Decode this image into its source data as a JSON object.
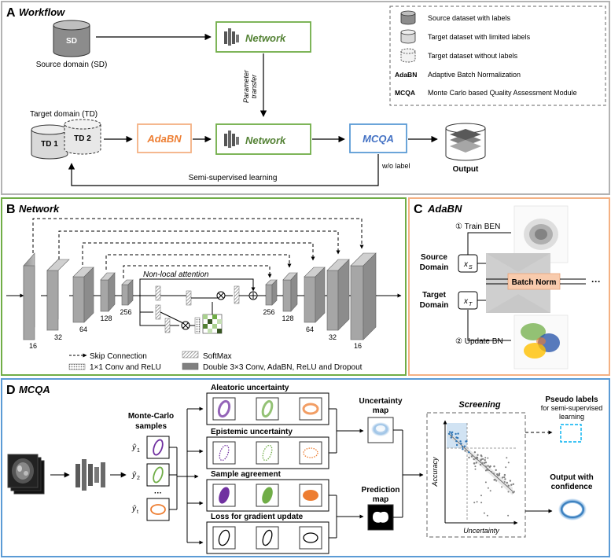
{
  "panel_a": {
    "letter": "A",
    "title": "Workflow",
    "sd": "SD",
    "sd_caption": "Source domain (SD)",
    "td_caption": "Target domain (TD)",
    "td1": "TD 1",
    "td2": "TD 2",
    "network": "Network",
    "param_transfer_1": "Parameter",
    "param_transfer_2": "transfer",
    "adabn": "AdaBN",
    "mcqa": "MCQA",
    "output": "Output",
    "wo_label": "w/o label",
    "semi": "Semi-supervised learning",
    "legend": {
      "source": "Source dataset with labels",
      "target_limited": "Target dataset with limited labels",
      "target_none": "Target dataset without labels",
      "adabn_key": "AdaBN",
      "adabn_desc": "Adaptive Batch Normalization",
      "mcqa_key": "MCQA",
      "mcqa_desc": "Monte Carlo based Quality Assessment Module"
    }
  },
  "panel_b": {
    "letter": "B",
    "title": "Network",
    "nonlocal": "Non-local attention",
    "channels": [
      "16",
      "32",
      "64",
      "128",
      "256",
      "256",
      "128",
      "64",
      "32",
      "16"
    ],
    "legend": {
      "skip": "Skip Connection",
      "softmax": "SoftMax",
      "conv1": "1×1 Conv and ReLU",
      "conv3": "Double 3×3 Conv, AdaBN, ReLU and Dropout"
    }
  },
  "panel_c": {
    "letter": "C",
    "title": "AdaBN",
    "train": "① Train BEN",
    "update": "② Update BN",
    "source_1": "Source",
    "source_2": "Domain",
    "target_1": "Target",
    "target_2": "Domain",
    "xs": "x",
    "xs_sub": "S",
    "xt": "x",
    "xt_sub": "T",
    "batchnorm": "Batch Norm",
    "dots": "···"
  },
  "panel_d": {
    "letter": "D",
    "title": "MCQA",
    "mc_1": "Monte-Carlo",
    "mc_2": "samples",
    "y1": "ŷ",
    "y1_sub": "1",
    "y2": "ŷ",
    "y2_sub": "2",
    "yt": "ŷ",
    "yt_sub": "t",
    "mc_dots": "···",
    "aleatoric": "Aleatoric uncertainty",
    "epistemic": "Epistemic uncertainty",
    "agreement": "Sample agreement",
    "loss": "Loss for gradient update",
    "uncertainty_map_1": "Uncertainty",
    "uncertainty_map_2": "map",
    "prediction_map_1": "Prediction",
    "prediction_map_2": "map",
    "screening": "Screening",
    "accuracy": "Accuracy",
    "uncertainty": "Uncertainty",
    "pseudo_1": "Pseudo labels",
    "pseudo_2": "for semi-supervised",
    "pseudo_3": "learning",
    "output_1": "Output with",
    "output_2": "confidence"
  },
  "colors": {
    "panel_a_border": "#b3b3b3",
    "panel_b_border": "#70ad47",
    "panel_c_border": "#f4b183",
    "panel_d_border": "#5b9bd5",
    "network_text": "#548235",
    "adabn_text": "#ed7d31",
    "mcqa_text": "#4472c4",
    "batchnorm_fill": "#f8cbad",
    "purple": "#7030a0",
    "green": "#70ad47",
    "orange": "#ed7d31",
    "scatter_blue": "#2e75b6"
  }
}
